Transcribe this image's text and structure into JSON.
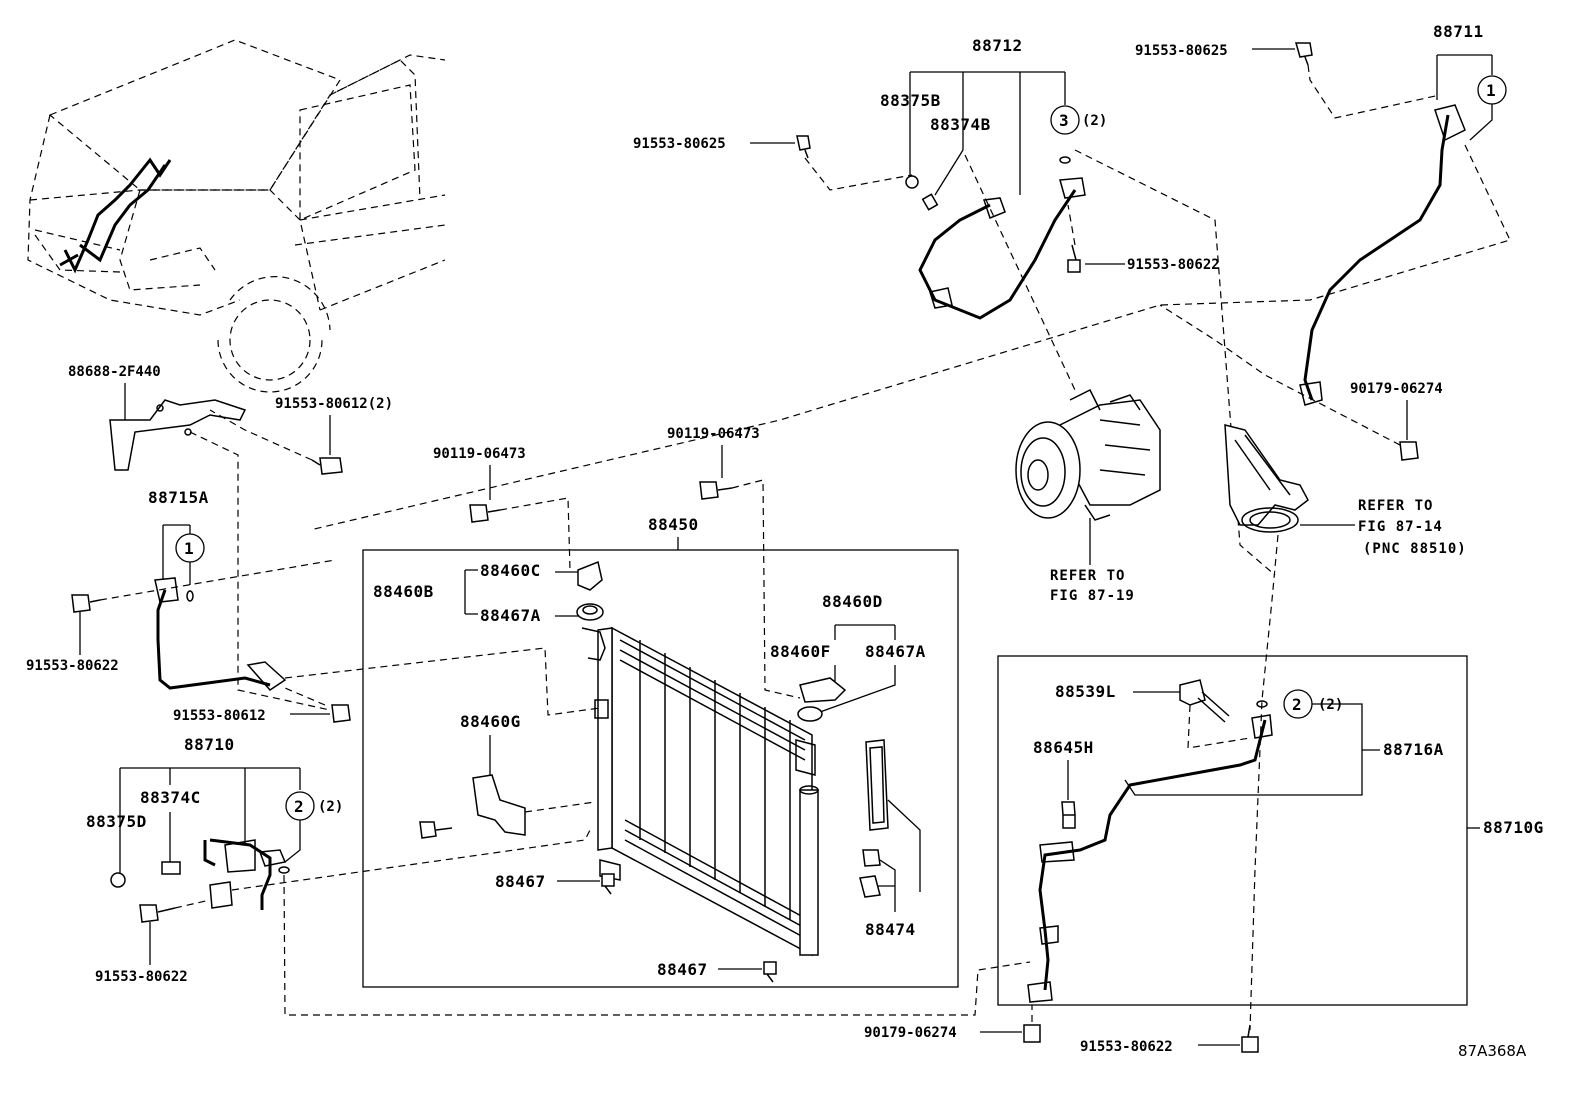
{
  "diagram_id": "87A368A",
  "labels": {
    "p88712": "88712",
    "p88711": "88711",
    "p88375B": "88375B",
    "p88374B": "88374B",
    "p3q": "(2)",
    "b91553_80625_a": "91553-80625",
    "b91553_80625_b": "91553-80625",
    "b91553_80622_top": "91553-80622",
    "p90179_06274_top": "90179-06274",
    "p88688": "88688-2F440",
    "b91553_80612_2": "91553-80612(2)",
    "p88715A": "88715A",
    "b91553_80622_left": "91553-80622",
    "b91553_80612": "91553-80612",
    "p90119_a": "90119-06473",
    "p90119_b": "90119-06473",
    "p88450": "88450",
    "p88460B": "88460B",
    "p88460C": "88460C",
    "p88467A_a": "88467A",
    "p88460D": "88460D",
    "p88460F": "88460F",
    "p88467A_b": "88467A",
    "p88460G": "88460G",
    "p88467_a": "88467",
    "p88467_b": "88467",
    "p88474": "88474",
    "p88710": "88710",
    "p88374C": "88374C",
    "p88375D": "88375D",
    "p2q_left": "(2)",
    "b91553_80622_bl": "91553-80622",
    "p88539L": "88539L",
    "p88645H": "88645H",
    "p2q_right": "(2)",
    "p88716A": "88716A",
    "p88710G": "88710G",
    "p90179_06274_bot": "90179-06274",
    "b91553_80622_bot": "91553-80622",
    "c1_a": "1",
    "c1_b": "1",
    "c2_a": "2",
    "c2_b": "2",
    "c3": "3"
  },
  "refs": {
    "compressor_line1": "REFER TO",
    "compressor_line2": "FIG 87-19",
    "fig8714_line1": "REFER TO",
    "fig8714_line2": "FIG 87-14",
    "fig8714_line3": "(PNC 88510)"
  }
}
